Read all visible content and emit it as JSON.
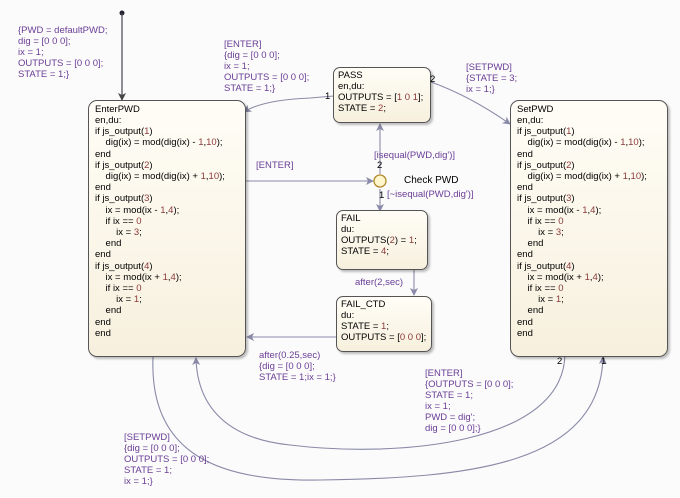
{
  "default_transition": {
    "label": "{PWD = defaultPWD;\ndig = [0 0 0];\nix = 1;\nOUTPUTS = [0 0 0];\nSTATE = 1;}"
  },
  "states": {
    "enter_pwd": {
      "title": "EnterPWD",
      "code": [
        "en,du:",
        "if js_output(1)",
        "    dig(ix) = mod(dig(ix) - 1,10);",
        "end",
        "if js_output(2)",
        "    dig(ix) = mod(dig(ix) + 1,10);",
        "end",
        "if js_output(3)",
        "    ix = mod(ix - 1,4);",
        "    if ix == 0",
        "        ix = 3;",
        "    end",
        "end",
        "if js_output(4)",
        "    ix = mod(ix + 1,4);",
        "    if ix == 0",
        "        ix = 1;",
        "    end",
        "end",
        "end"
      ]
    },
    "pass": {
      "title": "PASS",
      "code": [
        "en,du:",
        "OUTPUTS = [1 0 1];",
        "STATE = 2;"
      ]
    },
    "set_pwd": {
      "title": "SetPWD",
      "code": [
        "en,du:",
        "if js_output(1)",
        "    dig(ix) = mod(dig(ix) - 1,10);",
        "end",
        "if js_output(2)",
        "    dig(ix) = mod(dig(ix) + 1,10);",
        "end",
        "if js_output(3)",
        "    ix = mod(ix - 1,4);",
        "    if ix == 0",
        "        ix = 3;",
        "    end",
        "end",
        "if js_output(4)",
        "    ix = mod(ix + 1,4);",
        "    if ix == 0",
        "        ix = 1;",
        "    end",
        "end",
        "end"
      ]
    },
    "fail": {
      "title": "FAIL",
      "code": [
        "du:",
        "OUTPUTS(2) = 1;",
        "STATE = 4;"
      ]
    },
    "fail_ctd": {
      "title": "FAIL_CTD",
      "code": [
        "du:",
        "STATE = 1;",
        "OUTPUTS = [0 0 0];"
      ]
    }
  },
  "junction": {
    "label": "Check PWD"
  },
  "transitions": {
    "pass_to_enter": "[ENTER]\n{dig = [0 0 0];\nix = 1;\nOUTPUTS = [0 0 0];\nSTATE = 1;}",
    "pass_to_setpwd": "[SETPWD]\n{STATE = 3;\nix = 1;}",
    "enter_to_check": "[ENTER]",
    "check_to_pass": "[isequal(PWD,dig')]",
    "check_to_fail": "[~isequal(PWD,dig')]",
    "fail_to_ctd": "after(2,sec)",
    "ctd_to_enter": "after(0.25,sec)\n{dig = [0 0 0];\nSTATE = 1;ix = 1;}",
    "setpwd_to_enter": "[ENTER]\n{OUTPUTS = [0 0 0];\nSTATE = 1;\nix = 1;\nPWD = dig';\ndig = [0 0 0];}",
    "enter_to_setpwd": "[SETPWD]\n{dig = [0 0 0];\nOUTPUTS = [0 0 0];\nSTATE = 1;\nix = 1;}"
  },
  "execution_orders": {
    "pass_left": "1",
    "pass_right": "2",
    "check_up": "2",
    "check_down": "1",
    "setpwd_left": "2",
    "setpwd_right": "1"
  },
  "colors": {
    "label": "#6a3d96",
    "arrow": "#8a8aa8",
    "state_border": "#555555",
    "state_fill_top": "#fffdf6",
    "state_fill_bottom": "#f7f0de"
  }
}
